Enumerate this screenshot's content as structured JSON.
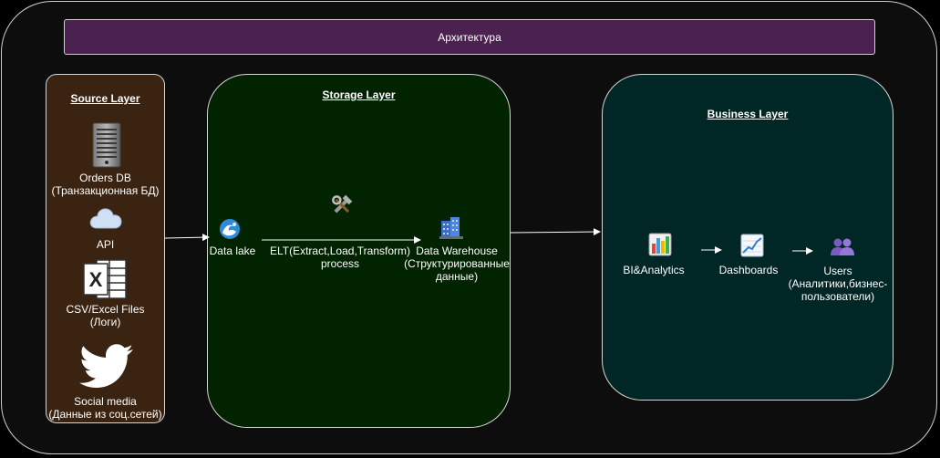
{
  "title": "Архитектура",
  "source_layer": {
    "title": "Source Layer",
    "items": [
      {
        "icon": "server-icon",
        "line1": "Orders DB",
        "line2": "(Транзакционная БД)"
      },
      {
        "icon": "cloud-icon",
        "line1": "API",
        "line2": ""
      },
      {
        "icon": "excel-icon",
        "line1": "CSV/Excel Files",
        "line2": "(Логи)"
      },
      {
        "icon": "twitter-bird-icon",
        "line1": "Social media",
        "line2": "(Данные из соц.сетей)"
      }
    ]
  },
  "storage_layer": {
    "title": "Storage Layer",
    "data_lake": "Data lake",
    "elt_line1": "ELT(Extract,Load,Transform)",
    "elt_line2": "process",
    "dwh_line1": "Data Warehouse",
    "dwh_line2": "(Структурированные",
    "dwh_line3": "данные)"
  },
  "business_layer": {
    "title": "Business Layer",
    "bi": "BI&Analytics",
    "dashboards": "Dashboards",
    "users_line1": "Users",
    "users_line2": "(Аналитики,бизнес-",
    "users_line3": "пользователи)"
  },
  "colors": {
    "banner": "#4b2150",
    "source_fill": "#3a2310",
    "storage_fill": "#012300",
    "business_fill": "#012626"
  }
}
